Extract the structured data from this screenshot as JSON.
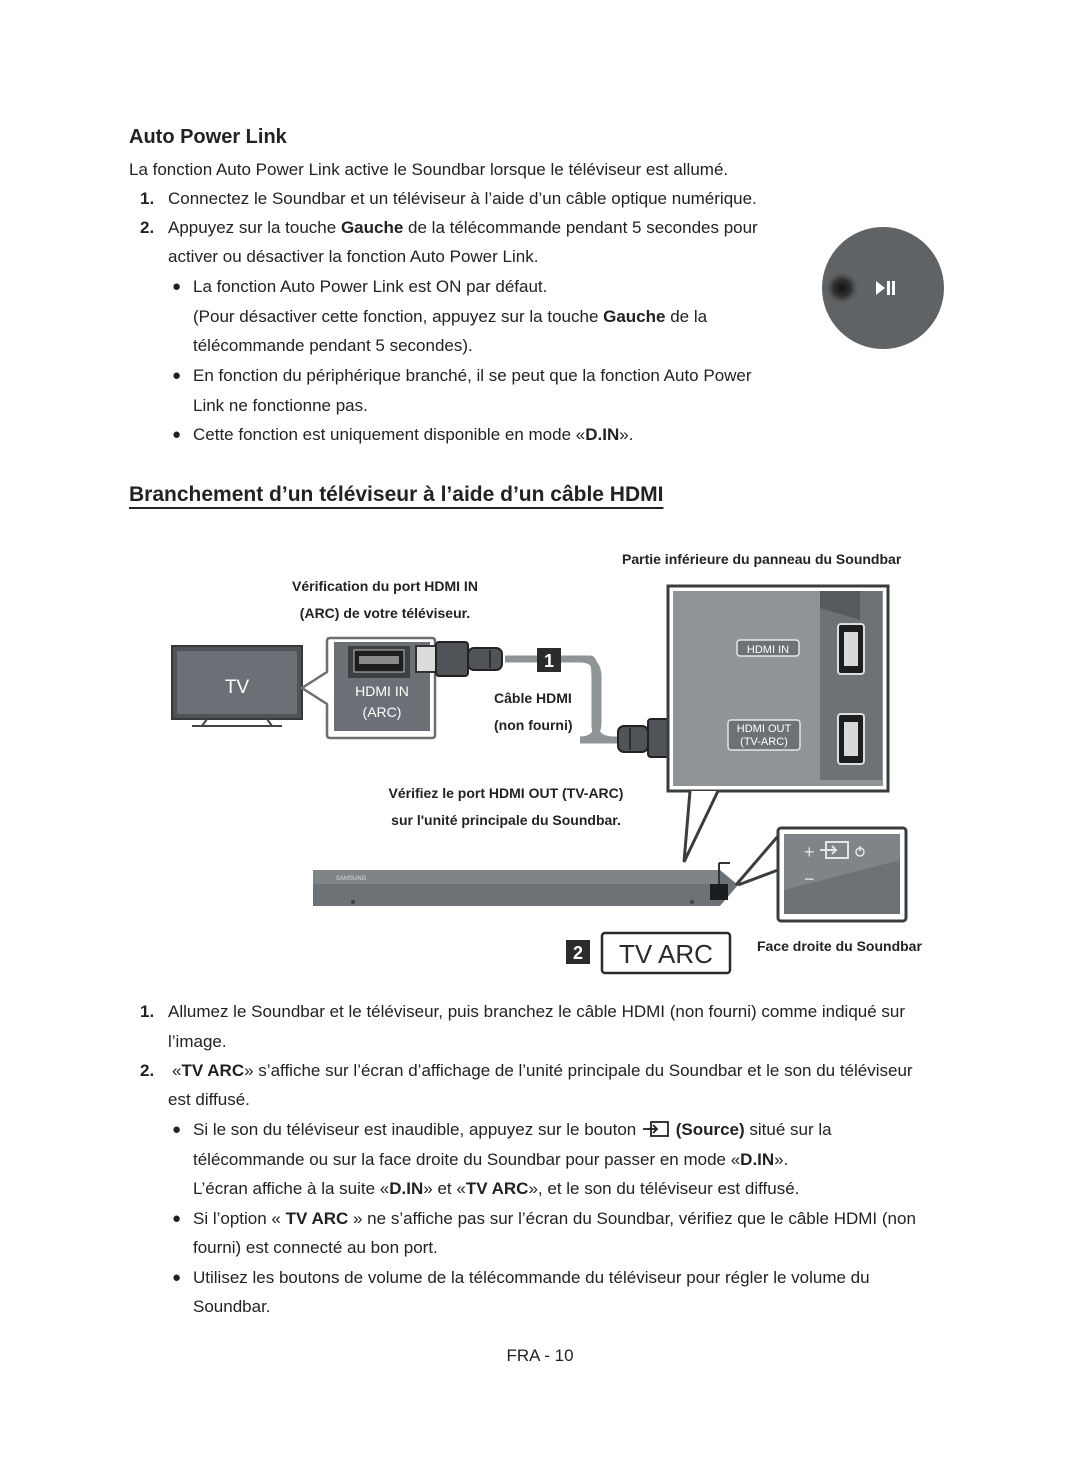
{
  "section1": {
    "title": "Auto Power Link",
    "intro": "La fonction Auto Power Link active le Soundbar lorsque le téléviseur est allumé.",
    "step1_num": "1.",
    "step1": "Connectez le Soundbar et un téléviseur à l’aide d’un câble optique numérique.",
    "step2_num": "2.",
    "step2_a": "Appuyez sur la touche ",
    "step2_bold": "Gauche",
    "step2_b": " de la télécommande pendant 5 secondes pour",
    "step2_line2": "activer ou désactiver la fonction Auto Power Link.",
    "bullet1": "La fonction Auto Power Link est ON par défaut.",
    "bullet1_paren_a": "(Pour désactiver cette fonction, appuyez sur la touche ",
    "bullet1_paren_bold": "Gauche",
    "bullet1_paren_b": " de la",
    "bullet1_paren_line2": "télécommande pendant 5 secondes).",
    "bullet2_line1": "En fonction du périphérique branché, il se peut que la fonction Auto Power",
    "bullet2_line2": "Link ne fonctionne pas.",
    "bullet3_a": "Cette fonction est uniquement disponible en mode «",
    "bullet3_bold": "D.IN",
    "bullet3_b": "»."
  },
  "section2": {
    "title": "Branchement d’un téléviseur à l’aide d’un câble HDMI"
  },
  "diagram": {
    "bottom_panel_label": "Partie inférieure du panneau du Soundbar",
    "tv_check_line1": "Vérification du port HDMI IN",
    "tv_check_line2": "(ARC) de votre téléviseur.",
    "tv_label": "TV",
    "tv_port_line1": "HDMI IN",
    "tv_port_line2": "(ARC)",
    "cable_line1": "Câble HDMI",
    "cable_line2": "(non fourni)",
    "badge1": "1",
    "badge2": "2",
    "panel_hdmi_in": "HDMI IN",
    "panel_hdmi_out_line1": "HDMI OUT",
    "panel_hdmi_out_line2": "(TV-ARC)",
    "check_out_line1": "Vérifiez le port HDMI OUT (TV-ARC)",
    "check_out_line2": "sur l'unité principale du Soundbar.",
    "brand": "SAMSUNG",
    "display_text": "TV ARC",
    "right_face_label": "Face droite du Soundbar"
  },
  "steps2": {
    "s1_num": "1.",
    "s1_line1": "Allumez le Soundbar et le téléviseur, puis branchez le câble HDMI (non fourni) comme indiqué sur",
    "s1_line2": "l’image.",
    "s2_num": "2.",
    "s2_a": "«",
    "s2_bold": "TV ARC",
    "s2_b": "» s’affiche sur l’écran d’affichage de l’unité principale du Soundbar et le son du téléviseur",
    "s2_line2": "est diffusé.",
    "b1_a": "Si le son du téléviseur est inaudible, appuyez sur le bouton ",
    "b1_bold": "(Source)",
    "b1_b": " situé sur la",
    "b1_line2_a": "télécommande ou sur la face droite du Soundbar pour passer en mode «",
    "b1_line2_bold": "D.IN",
    "b1_line2_b": "».",
    "b1_line3_a": "L’écran affiche à la suite «",
    "b1_line3_bold1": "D.IN",
    "b1_line3_mid": "» et «",
    "b1_line3_bold2": "TV ARC",
    "b1_line3_b": "», et le son du téléviseur est diffusé.",
    "b2_a": "Si l’option « ",
    "b2_bold": "TV ARC",
    "b2_b": " » ne s’affiche pas sur l’écran du Soundbar, vérifiez que le câble HDMI (non",
    "b2_line2": "fourni) est connecté au bon port.",
    "b3_line1": "Utilisez les boutons de volume de la télécommande du téléviseur pour régler le volume du",
    "b3_line2": "Soundbar."
  },
  "footer": {
    "page": "FRA - 10"
  }
}
